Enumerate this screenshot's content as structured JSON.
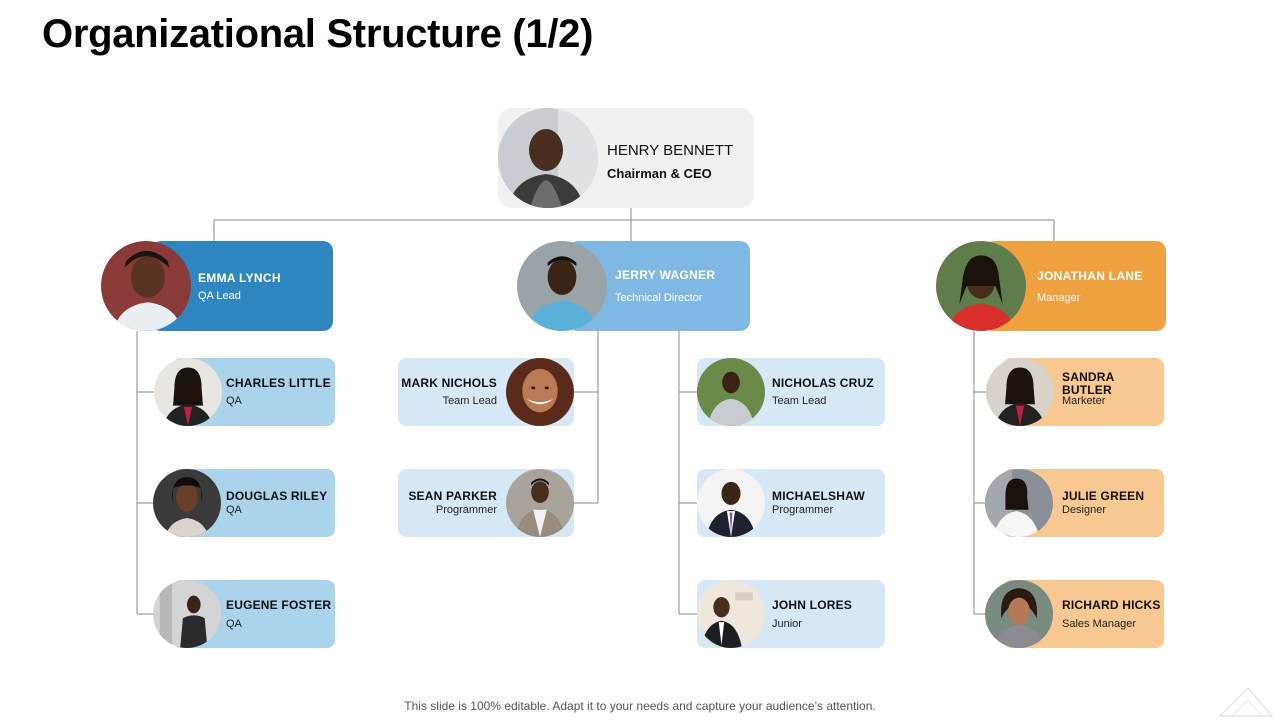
{
  "title": "Organizational Structure (1/2)",
  "footer": "This slide is 100% editable. Adapt it to your needs and capture your audience’s attention.",
  "ceo": {
    "name": "HENRY BENNETT",
    "role": "Chairman & CEO"
  },
  "heads": [
    {
      "name": "EMMA LYNCH",
      "role": "QA Lead",
      "color": "#2e86c1"
    },
    {
      "name": "JERRY WAGNER",
      "role": "Technical Director",
      "color": "#7fb8e2"
    },
    {
      "name": "JONATHAN LANE",
      "role": "Manager",
      "color": "#f0a13f"
    }
  ],
  "qa_team": [
    {
      "name": "CHARLES  LITTLE",
      "role": "QA"
    },
    {
      "name": "DOUGLAS  RILEY",
      "role": "QA"
    },
    {
      "name": "EUGENE  FOSTER",
      "role": "QA"
    }
  ],
  "tech_left": [
    {
      "name": "MARK NICHOLS",
      "role": "Team Lead"
    },
    {
      "name": "SEAN  PARKER",
      "role": "Programmer"
    }
  ],
  "tech_right": [
    {
      "name": "NICHOLAS  CRUZ",
      "role": "Team Lead"
    },
    {
      "name": "MICHAELSHAW",
      "role": "Programmer"
    },
    {
      "name": "JOHN  LORES",
      "role": "Junior"
    }
  ],
  "mgmt_team": [
    {
      "name": "SANDRA BUTLER",
      "role": "Marketer"
    },
    {
      "name": "JULIE GREEN",
      "role": "Designer"
    },
    {
      "name": "RICHARD  HICKS",
      "role": "Sales Manager"
    }
  ]
}
